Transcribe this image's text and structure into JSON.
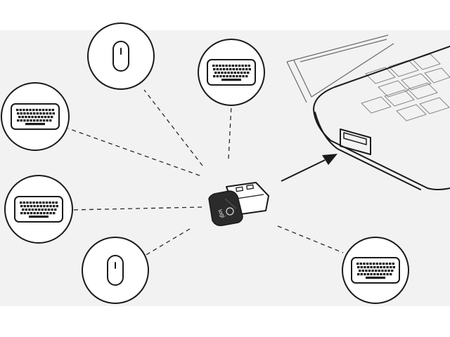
{
  "background": {
    "canvas": "#ffffff",
    "panel": "#f2f2f2"
  },
  "colors": {
    "stroke": "#1a1a1a",
    "dash": "#2a2a2a",
    "laptop_line": "#6a6a6a",
    "receiver_body": "#2b2b2b"
  },
  "receiver": {
    "icon": "usb-receiver-icon",
    "logo_text": "logi"
  },
  "laptop": {
    "icon": "laptop-icon",
    "port_icon": "usb-port-icon"
  },
  "arrow": {
    "icon": "arrow-icon"
  },
  "devices": [
    {
      "id": "mouse-top",
      "icon": "mouse-icon"
    },
    {
      "id": "keyboard-top",
      "icon": "keyboard-icon"
    },
    {
      "id": "keyboard-left-upper",
      "icon": "keyboard-icon"
    },
    {
      "id": "keyboard-left-lower",
      "icon": "keyboard-icon"
    },
    {
      "id": "mouse-bottom",
      "icon": "mouse-icon"
    },
    {
      "id": "keyboard-bottom-right",
      "icon": "keyboard-icon"
    }
  ]
}
